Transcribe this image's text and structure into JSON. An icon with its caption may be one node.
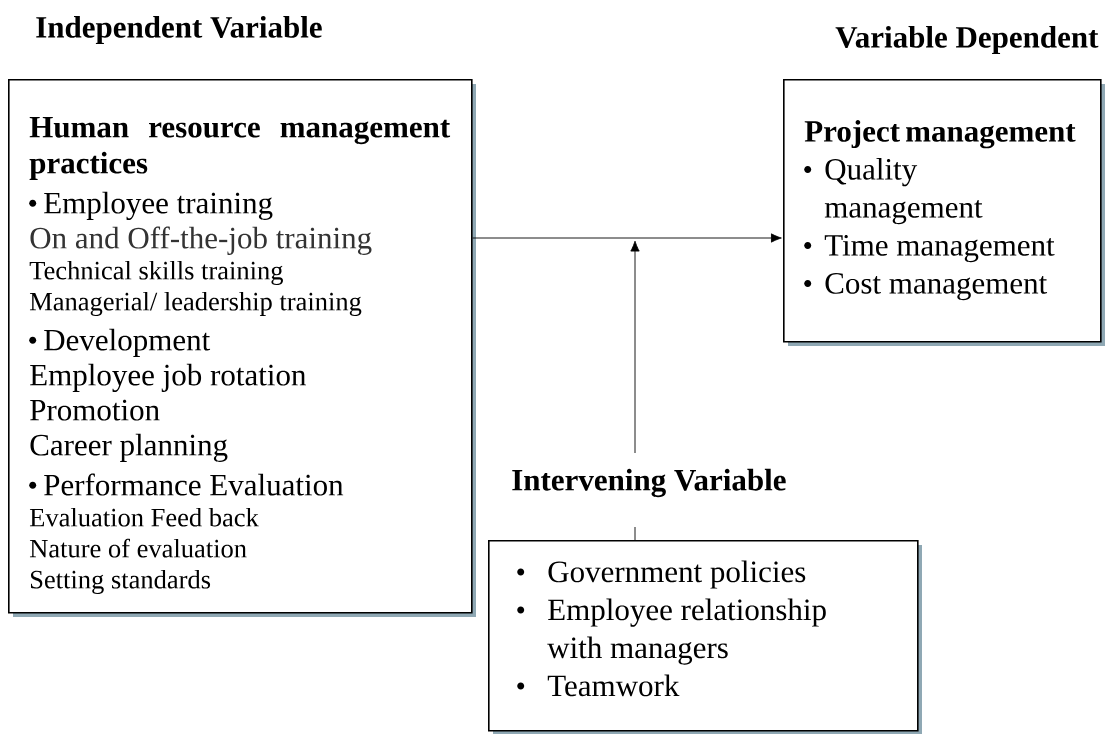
{
  "diagram": {
    "nodes": [
      {
        "text": [
          "Independent Variable",
          "Human resource management practices",
          "Employee training",
          "On and Off-the-job training",
          "Technical skills training",
          "Managerial/ leadership training",
          "Development",
          "Employee job rotation",
          "Promotion",
          "Career planning",
          "Performance Evaluation",
          "Evaluation Feed back",
          "Nature of evaluation",
          "Setting standards"
        ]
      },
      {
        "text": [
          "Variable Dependent",
          "Project management",
          "Quality management",
          "Time management",
          "Cost management"
        ]
      },
      {
        "text": [
          "Intervening Variable",
          "Government policies",
          "Employee relationship with managers",
          "Teamwork"
        ]
      }
    ],
    "edges": [
      {
        "from": 0,
        "to": 1,
        "arrow": "to"
      },
      {
        "from": 2,
        "to": null,
        "arrow": "to"
      }
    ]
  }
}
